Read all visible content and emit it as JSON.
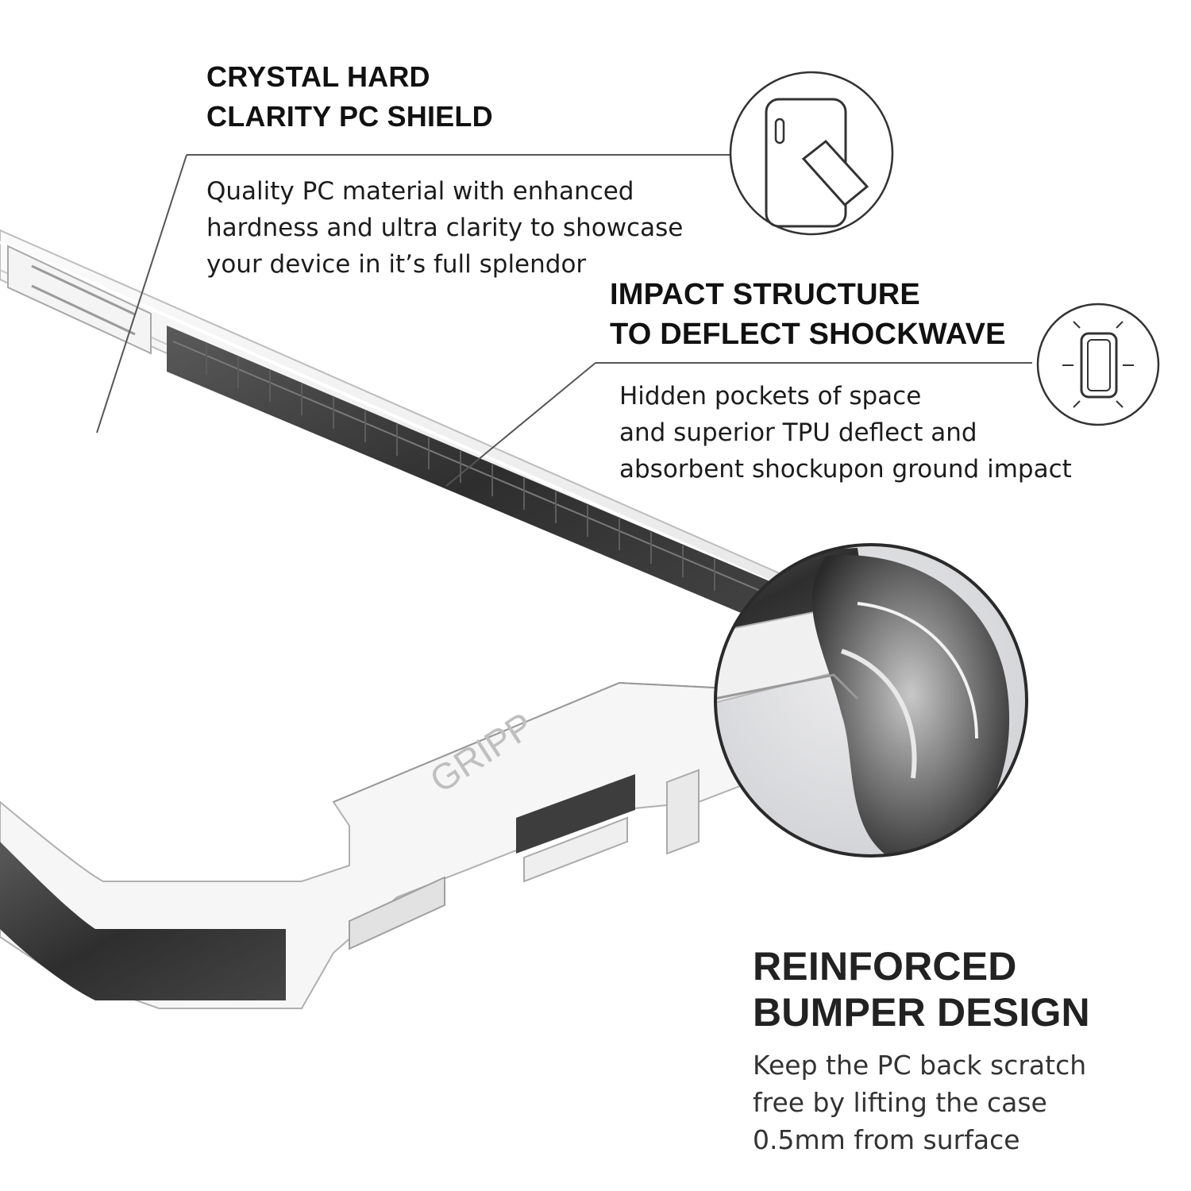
{
  "features": {
    "shield": {
      "title_lines": [
        "CRYSTAL HARD",
        "CLARITY PC SHIELD"
      ],
      "desc_lines": [
        "Quality PC material with enhanced",
        "hardness and ultra clarity to showcase",
        "your device in it’s full splendor"
      ],
      "icon": "phone-scratch-icon"
    },
    "impact": {
      "title_lines": [
        "IMPACT STRUCTURE",
        "TO DEFLECT SHOCKWAVE"
      ],
      "desc_lines": [
        "Hidden pockets of space",
        "and superior TPU deflect and",
        "absorbent shockupon ground impact"
      ],
      "icon": "shock-deflect-icon"
    },
    "bumper": {
      "title_lines": [
        "REINFORCED",
        "BUMPER DESIGN"
      ],
      "desc_lines": [
        "Keep the PC back scratch",
        "free by lifting the case",
        "0.5mm from surface"
      ]
    }
  },
  "product": {
    "brand": "GRIPP"
  },
  "colors": {
    "text": "#111111",
    "case_dark": "#3a3a3a",
    "zoom_background": "#d9dadd",
    "leader_line": "#555555"
  }
}
